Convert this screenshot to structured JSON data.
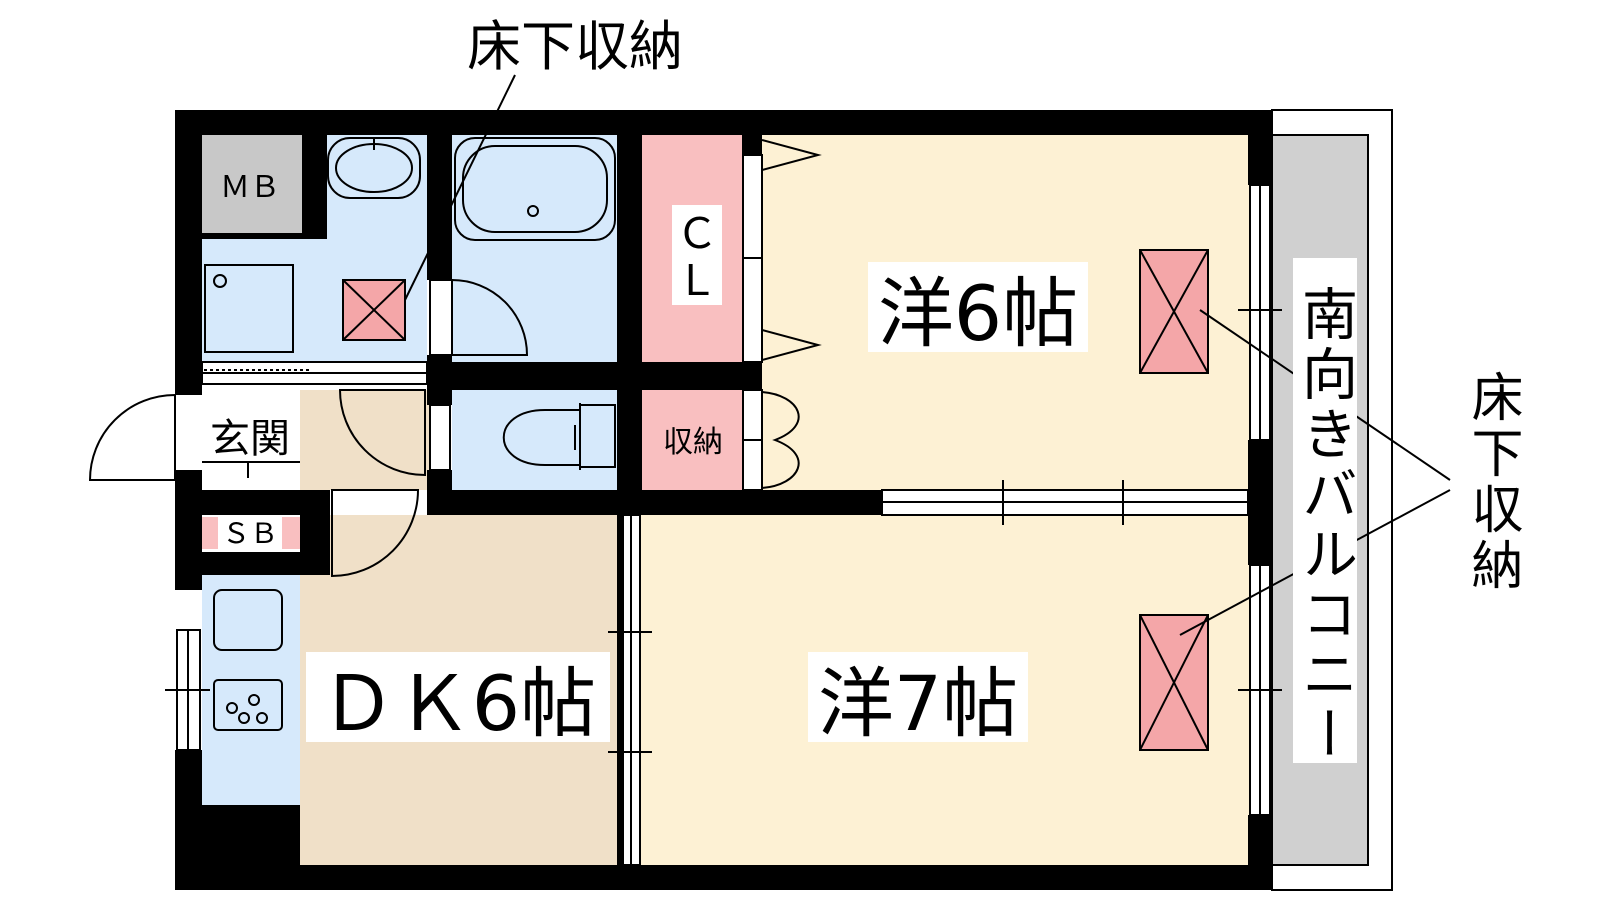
{
  "labels": {
    "underfloor_top": "床下収納",
    "underfloor_right": "床下収納",
    "mb": "ＭＢ",
    "cl_c": "Ｃ",
    "cl_l": "Ｌ",
    "storage": "収納",
    "entrance": "玄関",
    "sb": "ＳＢ",
    "room_west6": "洋6帖",
    "room_west7": "洋7帖",
    "room_dk6": "ＤＫ6帖",
    "balcony": "南向きバルコニー"
  },
  "colors": {
    "wet_area": "#d6e9fb",
    "closet": "#f9bfc0",
    "western_room": "#fdf1d4",
    "dk": "#f0e0c8",
    "mb": "#c8c8c8",
    "balcony": "#d0d0d0",
    "wall": "#000000",
    "underfloor_hatch": "#f4a6a8"
  }
}
